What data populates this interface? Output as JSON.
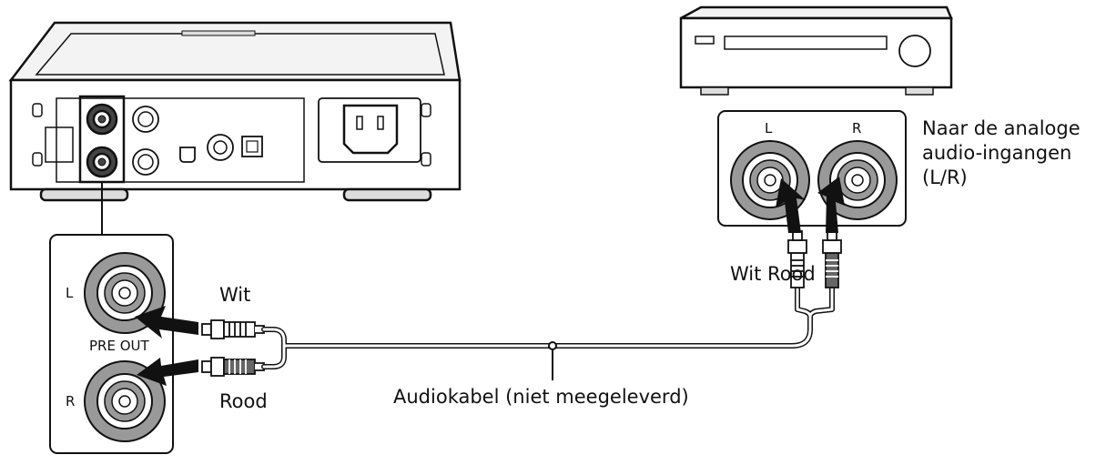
{
  "labels": {
    "pre_out": "PRE OUT",
    "left_jack_L": "L",
    "left_jack_R": "R",
    "wit_left": "Wit",
    "rood_left": "Rood",
    "cable": "Audiokabel (niet meegeleverd)",
    "right_jack_L": "L",
    "right_jack_R": "R",
    "wit_rood_right": "Wit Rood",
    "target_line1": "Naar de analoge",
    "target_line2": "audio-ingangen",
    "target_line3": "(L/R)"
  }
}
